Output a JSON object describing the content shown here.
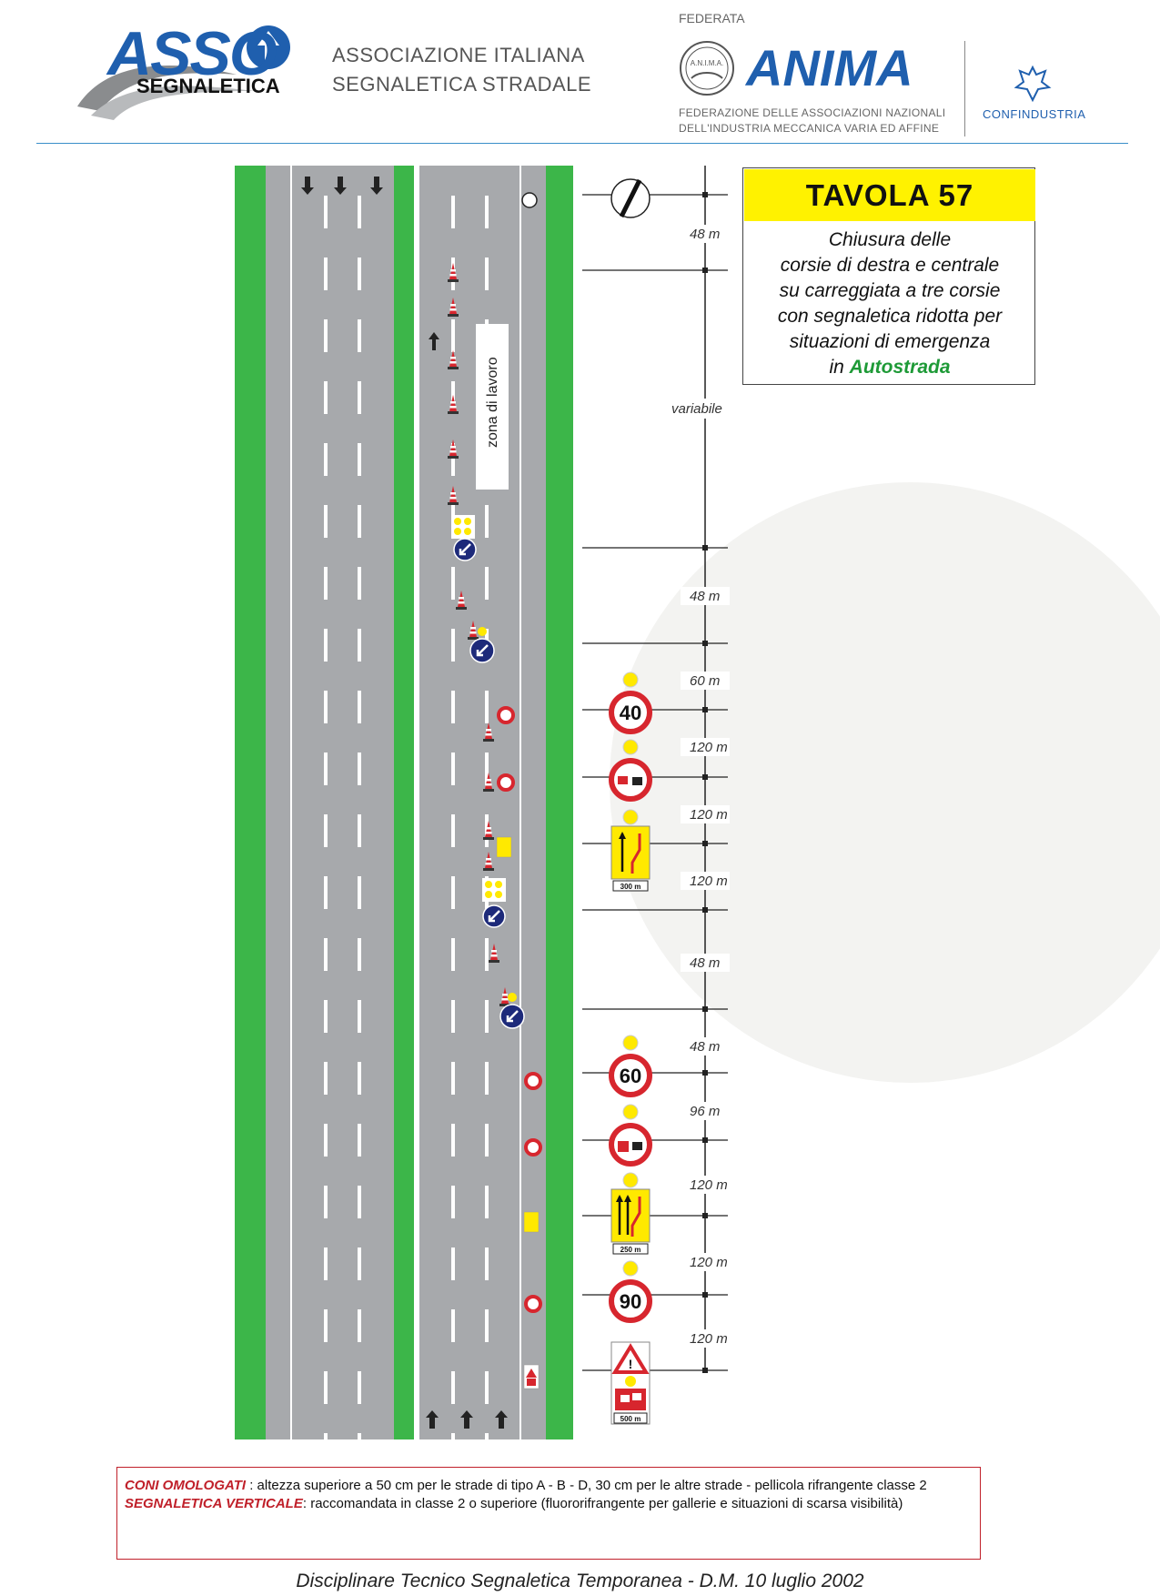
{
  "header": {
    "asso_logo": "ASSO",
    "asso_sub": "SEGNALETICA",
    "assoc_line1": "ASSOCIAZIONE ITALIANA",
    "assoc_line2": "SEGNALETICA STRADALE",
    "federata": "FEDERATA",
    "anima_logo": "ANIMA",
    "anima_seal": "A.N.I.M.A.",
    "anima_sub1": "FEDERAZIONE DELLE ASSOCIAZIONI NAZIONALI",
    "anima_sub2": "DELL'INDUSTRIA MECCANICA VARIA ED AFFINE",
    "confindustria": "CONFINDUSTRIA"
  },
  "title": {
    "tavola": "TAVOLA  57",
    "lines": [
      "Chiusura delle",
      "corsie di destra e centrale",
      "su carreggiata a tre corsie",
      "con segnaletica ridotta per",
      "situazioni di emergenza"
    ],
    "last_prefix": "in ",
    "last_highlight": "Autostrada"
  },
  "diagram": {
    "work_zone_label": "zona di lavoro",
    "distances": [
      "48 m",
      "variabile",
      "48 m",
      "60 m",
      "120 m",
      "120 m",
      "120 m",
      "48 m",
      "48 m",
      "96 m",
      "120 m",
      "120 m",
      "120 m"
    ],
    "signs": [
      {
        "type": "end-restrictions",
        "label": ""
      },
      {
        "type": "speed-limit",
        "label": "40"
      },
      {
        "type": "no-overtaking",
        "label": ""
      },
      {
        "type": "lane-closure",
        "label": "300 m"
      },
      {
        "type": "speed-limit",
        "label": "60"
      },
      {
        "type": "no-overtaking-trucks",
        "label": ""
      },
      {
        "type": "lane-closure-3",
        "label": "250 m"
      },
      {
        "type": "speed-limit",
        "label": "90"
      },
      {
        "type": "accident-warning",
        "label": "500 m"
      }
    ],
    "colors": {
      "asphalt": "#a7a9ac",
      "verge": "#3cb649",
      "sign_red": "#d7262e",
      "sign_yellow": "#ffe900",
      "sign_blue": "#1d2a7a"
    }
  },
  "notes": {
    "key1": "CONI OMOLOGATI",
    "text1": " : altezza superiore a 50 cm per le strade di tipo A - B - D, 30 cm per le altre strade - pellicola rifrangente classe 2",
    "key2": "SEGNALETICA VERTICALE",
    "text2": ": raccomandata in classe 2 o superiore (fluororifrangente per gallerie e situazioni di scarsa visibilità)"
  },
  "footer": "Disciplinare Tecnico Segnaletica Temporanea - D.M.  10 luglio 2002"
}
